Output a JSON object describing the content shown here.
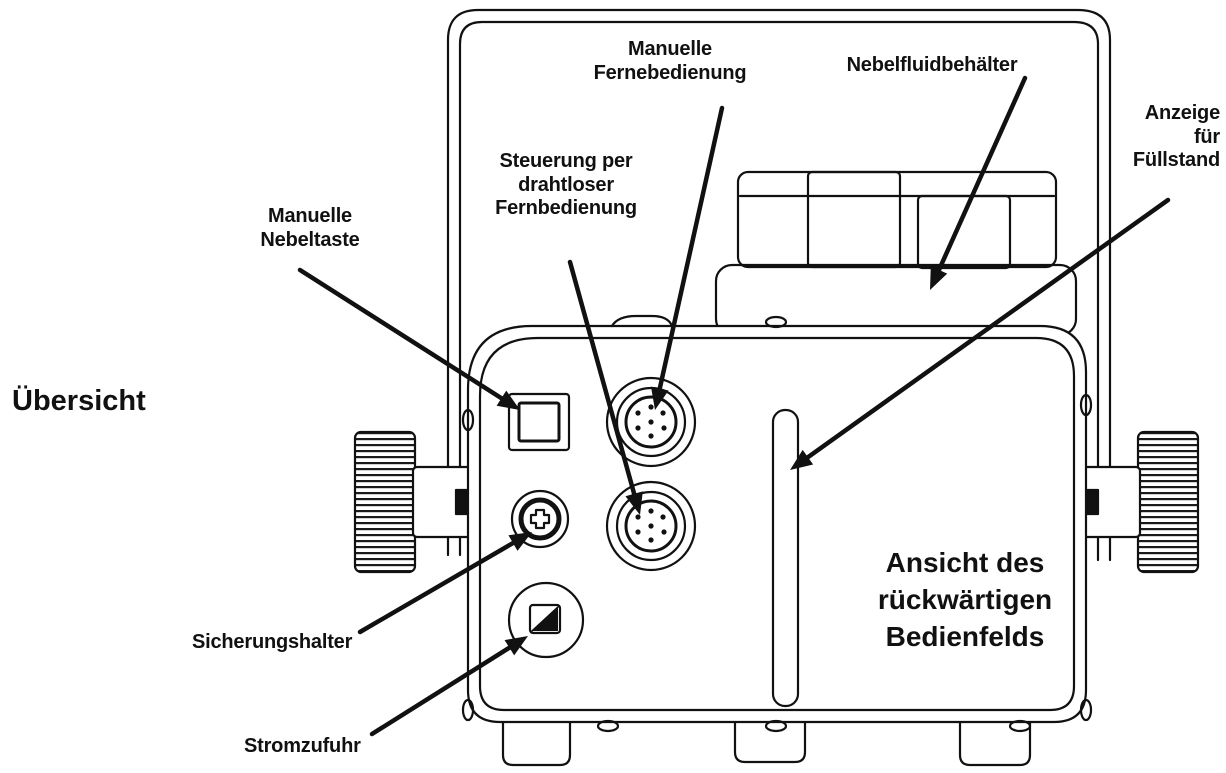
{
  "section_heading": "Übersicht",
  "panel_caption": {
    "line1": "Ansicht des",
    "line2": "rückwärtigen",
    "line3": "Bedienfelds"
  },
  "callouts": {
    "manual_remote": {
      "line1": "Manuelle",
      "line2": "Fernebedienung"
    },
    "fluid_tank": {
      "line1": "Nebelfluidbehälter"
    },
    "fill_level": {
      "line1": "Anzeige",
      "line2": "für",
      "line3": "Füllstand"
    },
    "wireless_remote": {
      "line1": "Steuerung per",
      "line2": "drahtloser",
      "line3": "Fernbedienung"
    },
    "fog_button": {
      "line1": "Manuelle",
      "line2": "Nebeltaste"
    },
    "fuse_holder": {
      "line1": "Sicherungshalter"
    },
    "power_supply": {
      "line1": "Stromzufuhr"
    }
  },
  "colors": {
    "ink": "#111111",
    "paper": "#ffffff"
  }
}
